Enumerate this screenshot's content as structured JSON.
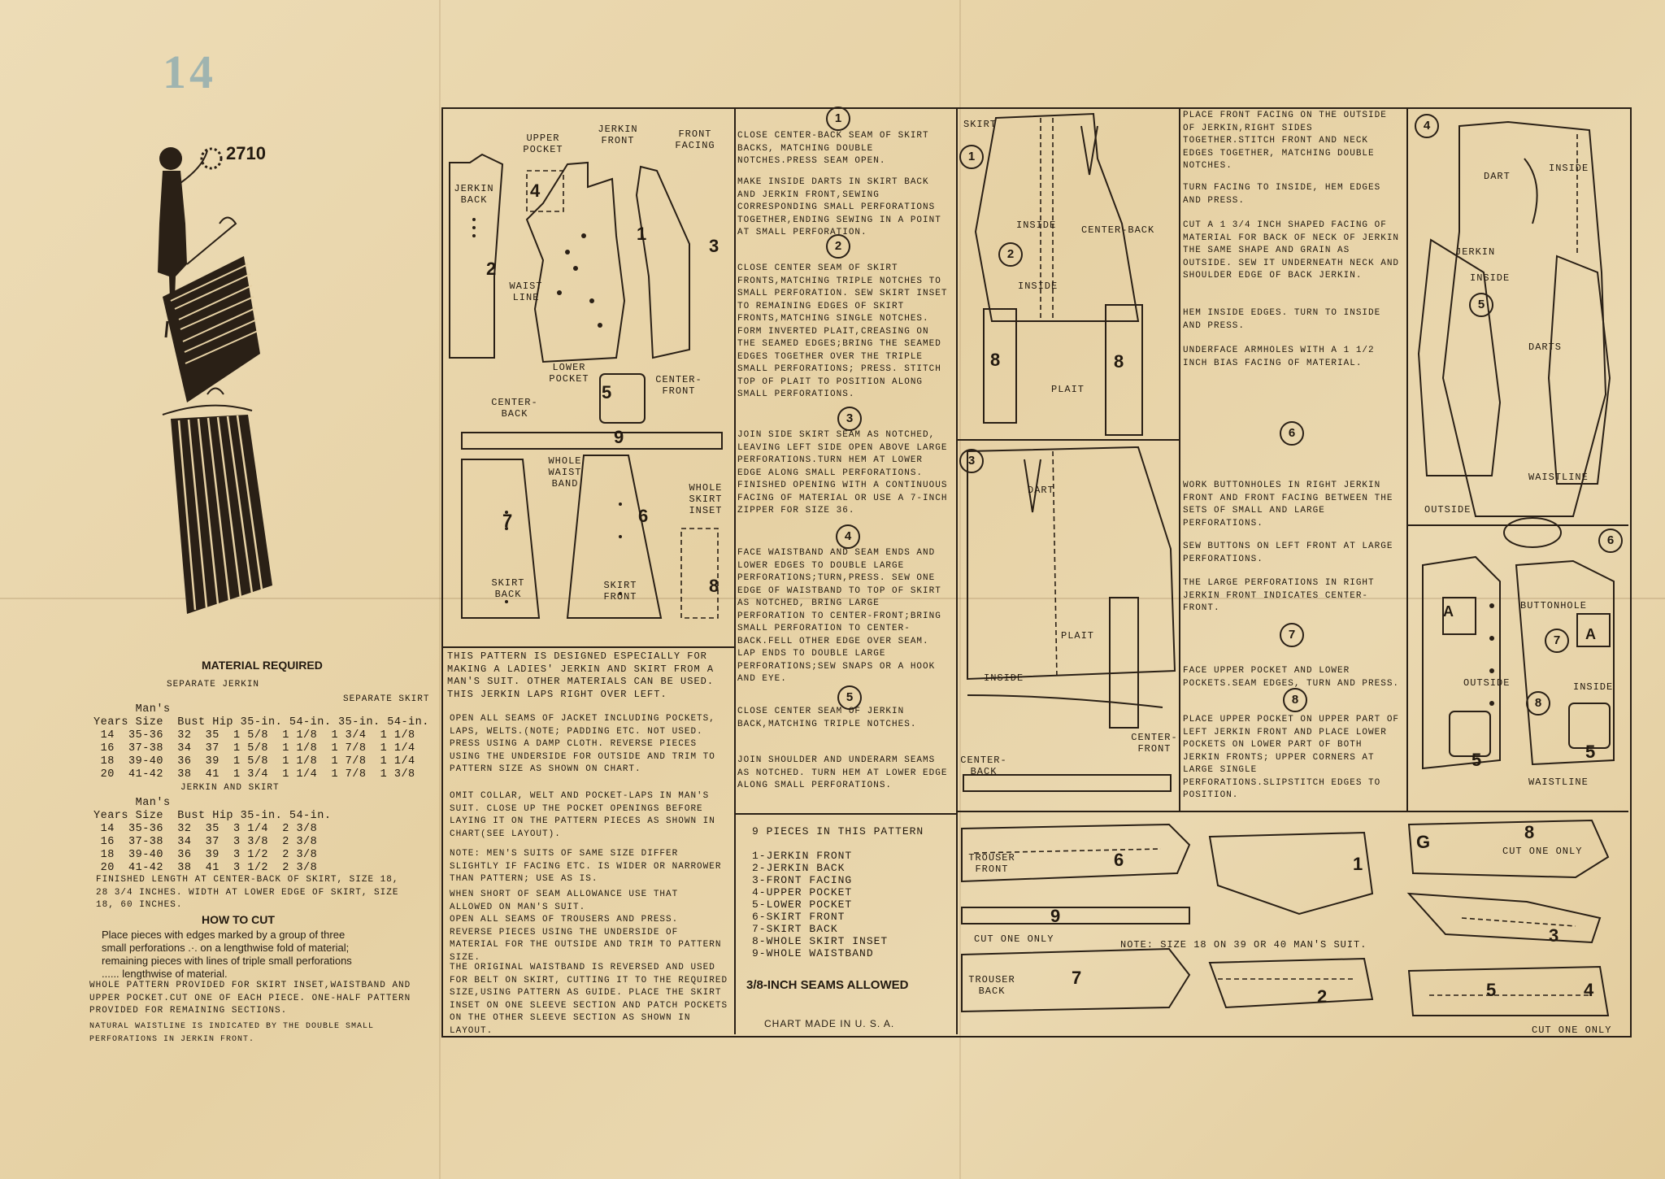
{
  "page_number": "14",
  "pattern_number": "2710",
  "material_required": {
    "title": "MATERIAL REQUIRED",
    "separate_jerkin_heading": "Separate Jerkin",
    "separate_skirt_heading": "Separate Skirt",
    "jerkin_table": {
      "header1": "      Man's",
      "header2": "Years Size  Bust Hip 35-in. 54-in. 35-in. 54-in.",
      "rows": [
        " 14  35-36  32  35  1 5/8  1 1/8  1 3/4  1 1/8",
        " 16  37-38  34  37  1 5/8  1 1/8  1 7/8  1 1/4",
        " 18  39-40  36  39  1 5/8  1 1/8  1 7/8  1 1/4",
        " 20  41-42  38  41  1 3/4  1 1/4  1 7/8  1 3/8"
      ]
    },
    "jerkin_and_skirt_heading": "Jerkin and Skirt",
    "combo_table": {
      "header1": "      Man's",
      "header2": "Years Size  Bust Hip 35-in. 54-in.",
      "rows": [
        " 14  35-36  32  35  3 1/4  2 3/8",
        " 16  37-38  34  37  3 3/8  2 3/8",
        " 18  39-40  36  39  3 1/2  2 3/8",
        " 20  41-42  38  41  3 1/2  2 3/8"
      ]
    },
    "finished_length": "Finished length at center-back of skirt, size 18, 28 3/4 inches. Width at lower edge of skirt, size 18, 60 inches."
  },
  "how_to_cut": {
    "title": "HOW TO CUT",
    "text1": "Place pieces with edges marked by a group of three small perforations .·. on a lengthwise fold of material; remaining pieces with lines of triple small perforations ...... lengthwise of material.",
    "text2": "WHOLE PATTERN PROVIDED FOR SKIRT INSET,WAISTBAND AND UPPER POCKET.CUT ONE OF EACH PIECE. ONE-HALF PATTERN PROVIDED FOR REMAINING SECTIONS.",
    "text3": "Natural waistline is indicated by the double small perforations in jerkin front."
  },
  "pattern_labels": {
    "upper_pocket": "UPPER POCKET",
    "jerkin_front": "JERKIN FRONT",
    "front_facing": "FRONT FACING",
    "jerkin_back": "JERKIN BACK",
    "waist_line": "WAIST LINE",
    "lower_pocket": "LOWER POCKET",
    "center_front": "CENTER-FRONT",
    "center_back": "CENTER-BACK",
    "whole_waist_band": "WHOLE WAIST BAND",
    "whole_skirt_inset": "WHOLE SKIRT INSET",
    "skirt_back": "SKIRT BACK",
    "skirt_front": "SKIRT FRONT"
  },
  "piece_numbers": [
    "1",
    "2",
    "3",
    "4",
    "5",
    "6",
    "7",
    "8",
    "9"
  ],
  "intro_note": "THIS PATTERN IS DESIGNED ESPECIALLY FOR MAKING A LADIES' JERKIN AND SKIRT FROM A MAN'S SUIT. OTHER MATERIALS CAN BE USED. THIS JERKIN LAPS RIGHT OVER LEFT.",
  "left_instructions": [
    "OPEN ALL SEAMS OF JACKET INCLUDING POCKETS, LAPS, WELTS.(NOTE; PADDING ETC. NOT USED. PRESS USING A DAMP CLOTH. REVERSE PIECES USING THE UNDERSIDE FOR OUTSIDE AND TRIM TO PATTERN SIZE AS SHOWN ON CHART.",
    "OMIT COLLAR, WELT AND POCKET-LAPS IN MAN'S SUIT. CLOSE UP THE POCKET OPENINGS BEFORE LAYING IT ON THE PATTERN PIECES AS SHOWN IN CHART(SEE LAYOUT).",
    "NOTE: MEN'S SUITS OF SAME SIZE DIFFER SLIGHTLY IF FACING ETC. IS WIDER OR NARROWER THAN PATTERN; USE AS IS.",
    "WHEN SHORT OF SEAM ALLOWANCE USE THAT ALLOWED ON MAN'S SUIT.",
    "OPEN ALL SEAMS OF TROUSERS AND PRESS. REVERSE PIECES USING THE UNDERSIDE OF MATERIAL FOR THE OUTSIDE AND TRIM TO PATTERN SIZE.",
    "THE ORIGINAL WAISTBAND IS REVERSED AND USED FOR BELT ON SKIRT, CUTTING IT TO THE REQUIRED SIZE,USING PATTERN AS GUIDE. PLACE THE SKIRT INSET ON ONE SLEEVE SECTION AND PATCH POCKETS ON THE OTHER SLEEVE SECTION AS SHOWN IN LAYOUT."
  ],
  "middle_instructions": {
    "step1": "CLOSE CENTER-BACK SEAM OF SKIRT BACKS, MATCHING DOUBLE NOTCHES.PRESS SEAM OPEN.",
    "step1b": "MAKE INSIDE DARTS IN SKIRT BACK AND JERKIN FRONT,SEWING CORRESPONDING SMALL PERFORATIONS TOGETHER,ENDING SEWING IN A POINT AT SMALL PERFORATION.",
    "step2": "CLOSE CENTER SEAM OF SKIRT FRONTS,MATCHING TRIPLE NOTCHES TO SMALL PERFORATION. SEW SKIRT INSET TO REMAINING EDGES OF SKIRT FRONTS,MATCHING SINGLE NOTCHES. FORM INVERTED PLAIT,CREASING ON THE SEAMED EDGES;BRING THE SEAMED EDGES TOGETHER OVER THE TRIPLE SMALL PERFORATIONS; PRESS. STITCH TOP OF PLAIT TO POSITION ALONG SMALL PERFORATIONS.",
    "step3": "JOIN SIDE SKIRT SEAM AS NOTCHED, LEAVING LEFT SIDE OPEN ABOVE LARGE PERFORATIONS.TURN HEM AT LOWER EDGE ALONG SMALL PERFORATIONS. FINISHED OPENING WITH A CONTINUOUS FACING OF MATERIAL OR USE A 7-INCH ZIPPER FOR SIZE 36.",
    "step4": "FACE WAISTBAND AND SEAM ENDS AND LOWER EDGES TO DOUBLE LARGE PERFORATIONS;TURN,PRESS. SEW ONE EDGE OF WAISTBAND TO TOP OF SKIRT AS NOTCHED, BRING LARGE PERFORATION TO CENTER-FRONT;BRING SMALL PERFORATION TO CENTER-BACK.FELL OTHER EDGE OVER SEAM. LAP ENDS TO DOUBLE LARGE PERFORATIONS;SEW SNAPS OR A HOOK AND EYE.",
    "step5": "CLOSE CENTER SEAM OF JERKIN BACK,MATCHING TRIPLE NOTCHES.",
    "step5b": "JOIN SHOULDER AND UNDERARM SEAMS AS NOTCHED. TURN HEM AT LOWER EDGE ALONG SMALL PERFORATIONS."
  },
  "pieces_list": {
    "title": "9 PIECES IN THIS PATTERN",
    "items": [
      "1-JERKIN FRONT",
      "2-JERKIN BACK",
      "3-FRONT FACING",
      "4-UPPER POCKET",
      "5-LOWER POCKET",
      "6-SKIRT FRONT",
      "7-SKIRT BACK",
      "8-WHOLE SKIRT INSET",
      "9-WHOLE WAISTBAND"
    ]
  },
  "seams_allowed": "3/8-INCH SEAMS ALLOWED",
  "chart_made": "CHART MADE IN U. S. A.",
  "step_circles": [
    "1",
    "2",
    "3",
    "4",
    "5",
    "6",
    "7",
    "8"
  ],
  "diagram_labels": {
    "skirt": "SKIRT",
    "inside": "INSIDE",
    "center_back": "CENTER-BACK",
    "center_front": "CENTER-FRONT",
    "dart": "DART",
    "darts": "DARTS",
    "plait": "PLAIT",
    "jerkin": "JERKIN",
    "waistline": "WAISTLINE",
    "outside": "OUTSIDE",
    "buttonhole": "BUTTONHOLE",
    "front_facing": "FRONT FACING",
    "A": "A"
  },
  "right_instructions": {
    "p1": "PLACE FRONT FACING ON THE OUTSIDE OF JERKIN,RIGHT SIDES TOGETHER.STITCH FRONT AND NECK EDGES TOGETHER, MATCHING DOUBLE NOTCHES.",
    "p2": "TURN FACING TO INSIDE, HEM EDGES AND PRESS.",
    "p3": "CUT A 1 3/4 INCH SHAPED FACING OF MATERIAL FOR BACK OF NECK OF JERKIN THE SAME SHAPE AND GRAIN AS OUTSIDE. SEW IT UNDERNEATH NECK AND SHOULDER EDGE OF BACK JERKIN.",
    "p4": "HEM INSIDE EDGES. TURN TO INSIDE AND PRESS.",
    "p5": "UNDERFACE ARMHOLES WITH A 1 1/2 INCH BIAS FACING OF MATERIAL.",
    "p6": "WORK BUTTONHOLES IN RIGHT JERKIN FRONT AND FRONT FACING BETWEEN THE SETS OF SMALL AND LARGE PERFORATIONS.",
    "p7": "SEW BUTTONS ON LEFT FRONT AT LARGE PERFORATIONS.",
    "p8": "THE LARGE PERFORATIONS IN RIGHT JERKIN FRONT INDICATES CENTER-FRONT.",
    "p9": "FACE UPPER POCKET AND LOWER POCKETS.SEAM EDGES, TURN AND PRESS.",
    "p10": "PLACE UPPER POCKET ON UPPER PART OF LEFT JERKIN FRONT AND PLACE LOWER POCKETS ON LOWER PART OF BOTH JERKIN FRONTS; UPPER CORNERS AT LARGE SINGLE PERFORATIONS.SLIPSTITCH EDGES TO POSITION."
  },
  "layout": {
    "trouser_front": "TROUSER FRONT",
    "trouser_back": "TROUSER BACK",
    "cut_one_only": "CUT ONE ONLY",
    "note": "NOTE: SIZE 18 ON 39 OR 40 MAN'S SUIT.",
    "g": "G"
  }
}
